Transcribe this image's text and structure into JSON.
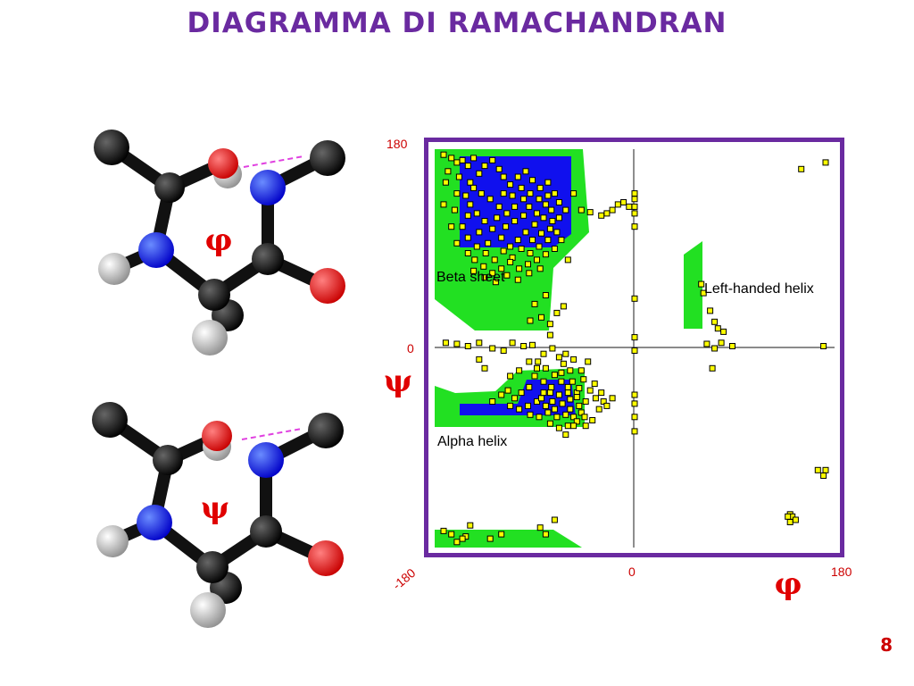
{
  "slide": {
    "title": "DIAGRAMMA DI RAMACHANDRAN",
    "page_number": "8"
  },
  "molecules": [
    {
      "angle_symbol": "φ"
    },
    {
      "angle_symbol": "ψ"
    }
  ],
  "chart_data": {
    "type": "scatter",
    "xlabel": "φ",
    "ylabel": "ψ",
    "xlim": [
      -180,
      180
    ],
    "ylim": [
      -180,
      180
    ],
    "x_ticks": [
      "0",
      "180"
    ],
    "y_ticks": [
      "180",
      "0",
      "-180"
    ],
    "regions": [
      {
        "label": "Beta sheet"
      },
      {
        "label": "Left-handed helix"
      },
      {
        "label": "Alpha helix"
      }
    ],
    "colors": {
      "allowed": "#22e022",
      "core": "#1010ee",
      "points": "#ffff00",
      "frame": "#6a2aa0",
      "tick_labels": "#cc0000"
    },
    "points": [
      [
        -172,
        175
      ],
      [
        -165,
        172
      ],
      [
        -160,
        168
      ],
      [
        -155,
        170
      ],
      [
        -150,
        165
      ],
      [
        -145,
        172
      ],
      [
        -168,
        160
      ],
      [
        -158,
        155
      ],
      [
        -148,
        150
      ],
      [
        -140,
        158
      ],
      [
        -135,
        165
      ],
      [
        -128,
        170
      ],
      [
        -122,
        162
      ],
      [
        -118,
        155
      ],
      [
        -112,
        148
      ],
      [
        -105,
        155
      ],
      [
        -98,
        160
      ],
      [
        -92,
        152
      ],
      [
        -85,
        145
      ],
      [
        -78,
        150
      ],
      [
        -72,
        140
      ],
      [
        -68,
        132
      ],
      [
        -75,
        125
      ],
      [
        -82,
        118
      ],
      [
        -90,
        112
      ],
      [
        -98,
        105
      ],
      [
        -105,
        98
      ],
      [
        -112,
        92
      ],
      [
        -120,
        100
      ],
      [
        -128,
        108
      ],
      [
        -135,
        115
      ],
      [
        -142,
        122
      ],
      [
        -148,
        130
      ],
      [
        -152,
        138
      ],
      [
        -145,
        145
      ],
      [
        -138,
        140
      ],
      [
        -130,
        135
      ],
      [
        -122,
        128
      ],
      [
        -115,
        122
      ],
      [
        -108,
        128
      ],
      [
        -100,
        135
      ],
      [
        -95,
        128
      ],
      [
        -88,
        122
      ],
      [
        -80,
        130
      ],
      [
        -74,
        115
      ],
      [
        -70,
        105
      ],
      [
        -78,
        98
      ],
      [
        -86,
        92
      ],
      [
        -94,
        86
      ],
      [
        -102,
        90
      ],
      [
        -110,
        82
      ],
      [
        -118,
        88
      ],
      [
        -126,
        80
      ],
      [
        -134,
        86
      ],
      [
        -142,
        92
      ],
      [
        -150,
        100
      ],
      [
        -155,
        110
      ],
      [
        -150,
        120
      ],
      [
        -140,
        105
      ],
      [
        -132,
        95
      ],
      [
        -124,
        118
      ],
      [
        -116,
        110
      ],
      [
        -108,
        115
      ],
      [
        -100,
        120
      ],
      [
        -92,
        98
      ],
      [
        -84,
        104
      ],
      [
        -76,
        108
      ],
      [
        -68,
        118
      ],
      [
        -62,
        125
      ],
      [
        -66,
        98
      ],
      [
        -72,
        90
      ],
      [
        -80,
        85
      ],
      [
        -88,
        80
      ],
      [
        -96,
        76
      ],
      [
        -104,
        72
      ],
      [
        -112,
        78
      ],
      [
        -120,
        72
      ],
      [
        -128,
        68
      ],
      [
        -136,
        74
      ],
      [
        -144,
        80
      ],
      [
        -150,
        86
      ],
      [
        -145,
        70
      ],
      [
        -135,
        64
      ],
      [
        -125,
        60
      ],
      [
        -115,
        66
      ],
      [
        -105,
        62
      ],
      [
        -95,
        68
      ],
      [
        -85,
        72
      ],
      [
        -160,
        140
      ],
      [
        -162,
        125
      ],
      [
        -165,
        110
      ],
      [
        -160,
        95
      ],
      [
        -170,
        150
      ],
      [
        -172,
        130
      ],
      [
        -118,
        140
      ],
      [
        -110,
        138
      ],
      [
        -102,
        145
      ],
      [
        -94,
        140
      ],
      [
        -86,
        135
      ],
      [
        -78,
        138
      ],
      [
        -55,
        140
      ],
      [
        -48,
        125
      ],
      [
        -60,
        80
      ],
      [
        -40,
        123
      ],
      [
        -94,
        25
      ],
      [
        -90,
        40
      ],
      [
        -84,
        28
      ],
      [
        -76,
        22
      ],
      [
        -70,
        32
      ],
      [
        -64,
        38
      ],
      [
        -80,
        48
      ],
      [
        -76,
        12
      ],
      [
        -170,
        5
      ],
      [
        -160,
        4
      ],
      [
        -150,
        2
      ],
      [
        -140,
        5
      ],
      [
        -128,
        0
      ],
      [
        -118,
        -2
      ],
      [
        -110,
        5
      ],
      [
        -100,
        2
      ],
      [
        -92,
        3
      ],
      [
        -82,
        -5
      ],
      [
        -74,
        0
      ],
      [
        -68,
        -8
      ],
      [
        -62,
        -5
      ],
      [
        -55,
        -10
      ],
      [
        -87,
        -12
      ],
      [
        -80,
        -18
      ],
      [
        -72,
        -24
      ],
      [
        -66,
        -30
      ],
      [
        -58,
        -20
      ],
      [
        -60,
        -35
      ],
      [
        -52,
        -40
      ],
      [
        -46,
        -28
      ],
      [
        -40,
        -38
      ],
      [
        -35,
        -45
      ],
      [
        -75,
        -35
      ],
      [
        -68,
        -42
      ],
      [
        -82,
        -30
      ],
      [
        -90,
        -25
      ],
      [
        -95,
        -35
      ],
      [
        -102,
        -40
      ],
      [
        -108,
        -45
      ],
      [
        -114,
        -38
      ],
      [
        -120,
        -42
      ],
      [
        -128,
        -48
      ],
      [
        -65,
        -50
      ],
      [
        -58,
        -55
      ],
      [
        -50,
        -52
      ],
      [
        -44,
        -48
      ],
      [
        -72,
        -55
      ],
      [
        -80,
        -52
      ],
      [
        -88,
        -48
      ],
      [
        -96,
        -52
      ],
      [
        -104,
        -55
      ],
      [
        -112,
        -52
      ],
      [
        -62,
        -60
      ],
      [
        -55,
        -62
      ],
      [
        -48,
        -58
      ],
      [
        -70,
        -62
      ],
      [
        -78,
        -58
      ],
      [
        -86,
        -62
      ],
      [
        -94,
        -60
      ],
      [
        -30,
        -40
      ],
      [
        -28,
        -48
      ],
      [
        -32,
        -55
      ],
      [
        -25,
        -52
      ],
      [
        -20,
        -45
      ],
      [
        -76,
        -68
      ],
      [
        -68,
        -72
      ],
      [
        -60,
        -70
      ],
      [
        -52,
        -66
      ],
      [
        -44,
        -70
      ],
      [
        -38,
        -65
      ],
      [
        -84,
        -45
      ],
      [
        -76,
        -40
      ],
      [
        -66,
        -22
      ],
      [
        -56,
        -30
      ],
      [
        -48,
        -20
      ],
      [
        -42,
        -12
      ],
      [
        -104,
        -20
      ],
      [
        -112,
        -25
      ],
      [
        -95,
        -12
      ],
      [
        -88,
        -18
      ],
      [
        -82,
        -40
      ],
      [
        -74,
        -48
      ],
      [
        -64,
        -14
      ],
      [
        -58,
        -46
      ],
      [
        -50,
        -36
      ],
      [
        -36,
        -32
      ],
      [
        -140,
        -10
      ],
      [
        -135,
        -18
      ],
      [
        -55,
        -70
      ],
      [
        -62,
        -78
      ],
      [
        -45,
        -62
      ],
      [
        0,
        140
      ],
      [
        0,
        135
      ],
      [
        0,
        128
      ],
      [
        0,
        122
      ],
      [
        0,
        110
      ],
      [
        0,
        45
      ],
      [
        0,
        10
      ],
      [
        0,
        -42
      ],
      [
        0,
        -50
      ],
      [
        0,
        -62
      ],
      [
        0,
        -75
      ],
      [
        0,
        -2
      ],
      [
        -30,
        120
      ],
      [
        -25,
        122
      ],
      [
        -20,
        125
      ],
      [
        -15,
        130
      ],
      [
        -10,
        132
      ],
      [
        -5,
        128
      ],
      [
        150,
        162
      ],
      [
        172,
        168
      ],
      [
        60,
        58
      ],
      [
        62,
        50
      ],
      [
        68,
        34
      ],
      [
        72,
        24
      ],
      [
        75,
        18
      ],
      [
        80,
        15
      ],
      [
        78,
        5
      ],
      [
        72,
        0
      ],
      [
        65,
        4
      ],
      [
        88,
        2
      ],
      [
        70,
        -18
      ],
      [
        170,
        2
      ],
      [
        172,
        -110
      ],
      [
        165,
        -110
      ],
      [
        170,
        -115
      ],
      [
        140,
        -150
      ],
      [
        142,
        -152
      ],
      [
        138,
        -152
      ],
      [
        140,
        -157
      ],
      [
        145,
        -155
      ],
      [
        -148,
        -160
      ],
      [
        -152,
        -170
      ],
      [
        -160,
        -175
      ],
      [
        -172,
        -165
      ],
      [
        -165,
        -168
      ],
      [
        -155,
        -172
      ],
      [
        -130,
        -172
      ],
      [
        -120,
        -168
      ],
      [
        -80,
        -168
      ],
      [
        -85,
        -162
      ],
      [
        -72,
        -155
      ],
      [
        -60,
        -40
      ],
      [
        -52,
        -44
      ]
    ]
  }
}
